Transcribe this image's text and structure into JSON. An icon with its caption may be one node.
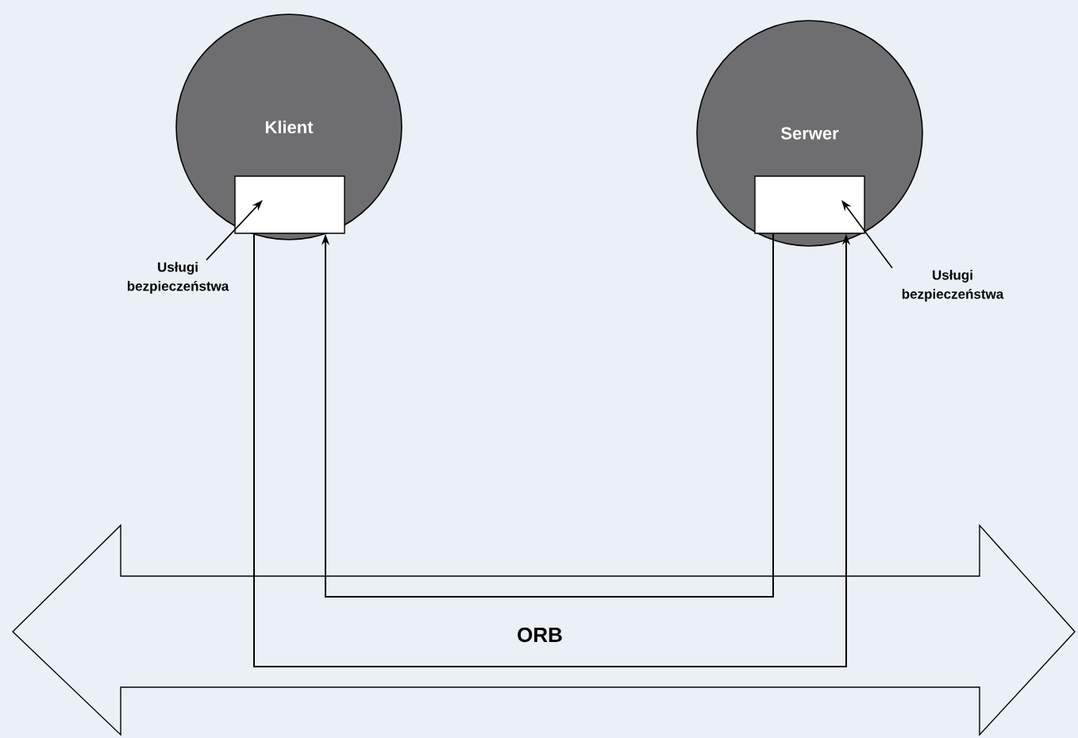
{
  "diagram": {
    "nodes": [
      {
        "text": [
          "Klient"
        ]
      },
      {
        "text": [],
        "shape": "box",
        "in": 0
      },
      {
        "text": [
          "Serwer"
        ]
      },
      {
        "text": [],
        "shape": "box",
        "in": 2
      },
      {
        "text": [
          "Usługi bezpieczeństwa"
        ]
      },
      {
        "text": [
          "Usługi bezpieczeństwa"
        ]
      },
      {
        "text": [
          "ORB"
        ]
      }
    ],
    "edges": [
      {
        "from": 1,
        "to": 3,
        "arrow": "to"
      },
      {
        "from": 3,
        "to": 1,
        "arrow": "to"
      },
      {
        "from": 4,
        "to": 1,
        "arrow": "to"
      },
      {
        "from": 5,
        "to": 3,
        "arrow": "to"
      }
    ]
  }
}
